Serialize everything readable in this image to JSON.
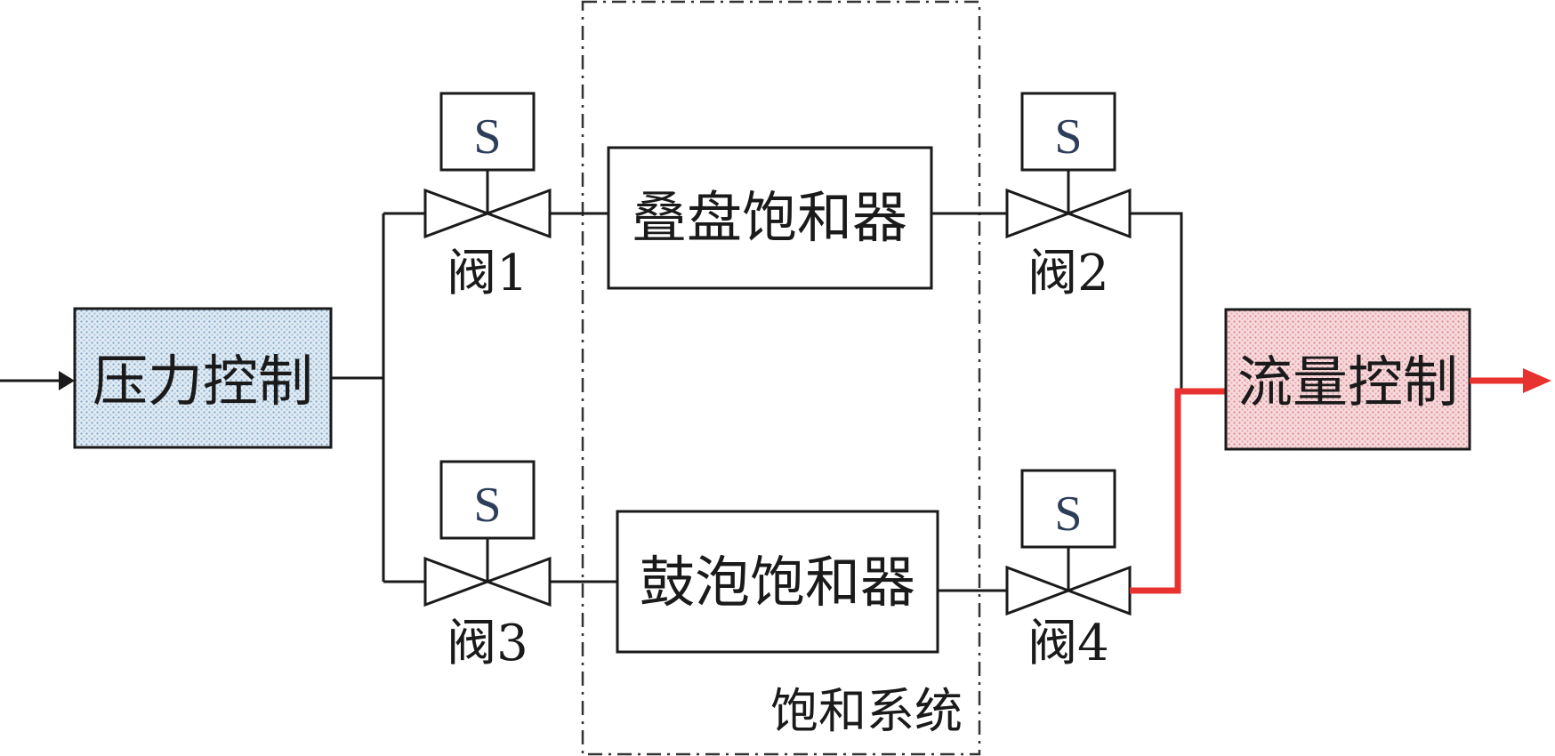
{
  "blocks": {
    "pressure_control": "压力控制",
    "flow_control": "流量控制",
    "tray_saturator": "叠盘饱和器",
    "bubble_saturator": "鼓泡饱和器",
    "saturation_system": "饱和系统"
  },
  "valves": {
    "v1": "阀1",
    "v2": "阀2",
    "v3": "阀3",
    "v4": "阀4"
  },
  "solenoid_label": "S",
  "colors": {
    "pressure_fill": "#c9dcea",
    "flow_fill": "#f0c4c8",
    "active_line": "#e8322f",
    "line": "#1a1a1a"
  }
}
